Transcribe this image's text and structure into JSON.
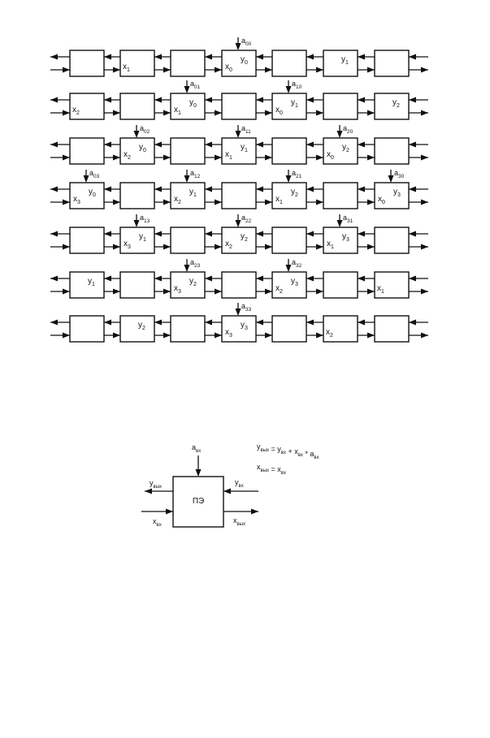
{
  "systolic": {
    "rows": [
      {
        "cells": [
          {},
          {
            "x": "1"
          },
          {},
          {
            "x": "0",
            "y": "0",
            "a": "00"
          },
          {},
          {
            "y": "1"
          },
          {}
        ]
      },
      {
        "cells": [
          {
            "x": "2"
          },
          {},
          {
            "x": "1",
            "y": "0",
            "a": "01"
          },
          {},
          {
            "x": "0",
            "y": "1",
            "a": "10"
          },
          {},
          {
            "y": "2"
          }
        ]
      },
      {
        "cells": [
          {},
          {
            "x": "2",
            "y": "0",
            "a": "02"
          },
          {},
          {
            "x": "1",
            "y": "1",
            "a": "11"
          },
          {},
          {
            "x": "0",
            "y": "2",
            "a": "20"
          },
          {}
        ]
      },
      {
        "cells": [
          {
            "x": "3",
            "y": "0",
            "a": "03"
          },
          {},
          {
            "x": "2",
            "y": "1",
            "a": "12"
          },
          {},
          {
            "x": "1",
            "y": "2",
            "a": "21"
          },
          {},
          {
            "x": "0",
            "y": "3",
            "a": "30"
          }
        ]
      },
      {
        "cells": [
          {},
          {
            "x": "3",
            "y": "1",
            "a": "13"
          },
          {},
          {
            "x": "2",
            "y": "2",
            "a": "22"
          },
          {},
          {
            "x": "1",
            "y": "3",
            "a": "31"
          },
          {}
        ]
      },
      {
        "cells": [
          {
            "y": "1"
          },
          {},
          {
            "x": "3",
            "y": "2",
            "a": "23"
          },
          {},
          {
            "x": "2",
            "y": "3",
            "a": "32"
          },
          {},
          {
            "x": "1"
          }
        ]
      },
      {
        "cells": [
          {},
          {
            "y": "2"
          },
          {},
          {
            "x": "3",
            "y": "3",
            "a": "33"
          },
          {},
          {
            "x": "2"
          },
          {}
        ]
      }
    ]
  },
  "pe": {
    "label": "ПЭ",
    "a_in": {
      "base": "a",
      "sub": "вх"
    },
    "y_out": {
      "base": "y",
      "sub": "вых"
    },
    "y_in": {
      "base": "y",
      "sub": "вх"
    },
    "x_in": {
      "base": "x",
      "sub": "вх"
    },
    "x_out": {
      "base": "x",
      "sub": "вых"
    }
  },
  "formulas": [
    [
      {
        "base": "y",
        "sub": "вых"
      },
      {
        "base": " = y",
        "sub": "вх"
      },
      {
        "base": " + x",
        "sub": "вх"
      },
      {
        "base": " * a",
        "sub": "вх"
      }
    ],
    [
      {
        "base": "x",
        "sub": "вых"
      },
      {
        "base": " = x",
        "sub": "вх"
      }
    ]
  ]
}
